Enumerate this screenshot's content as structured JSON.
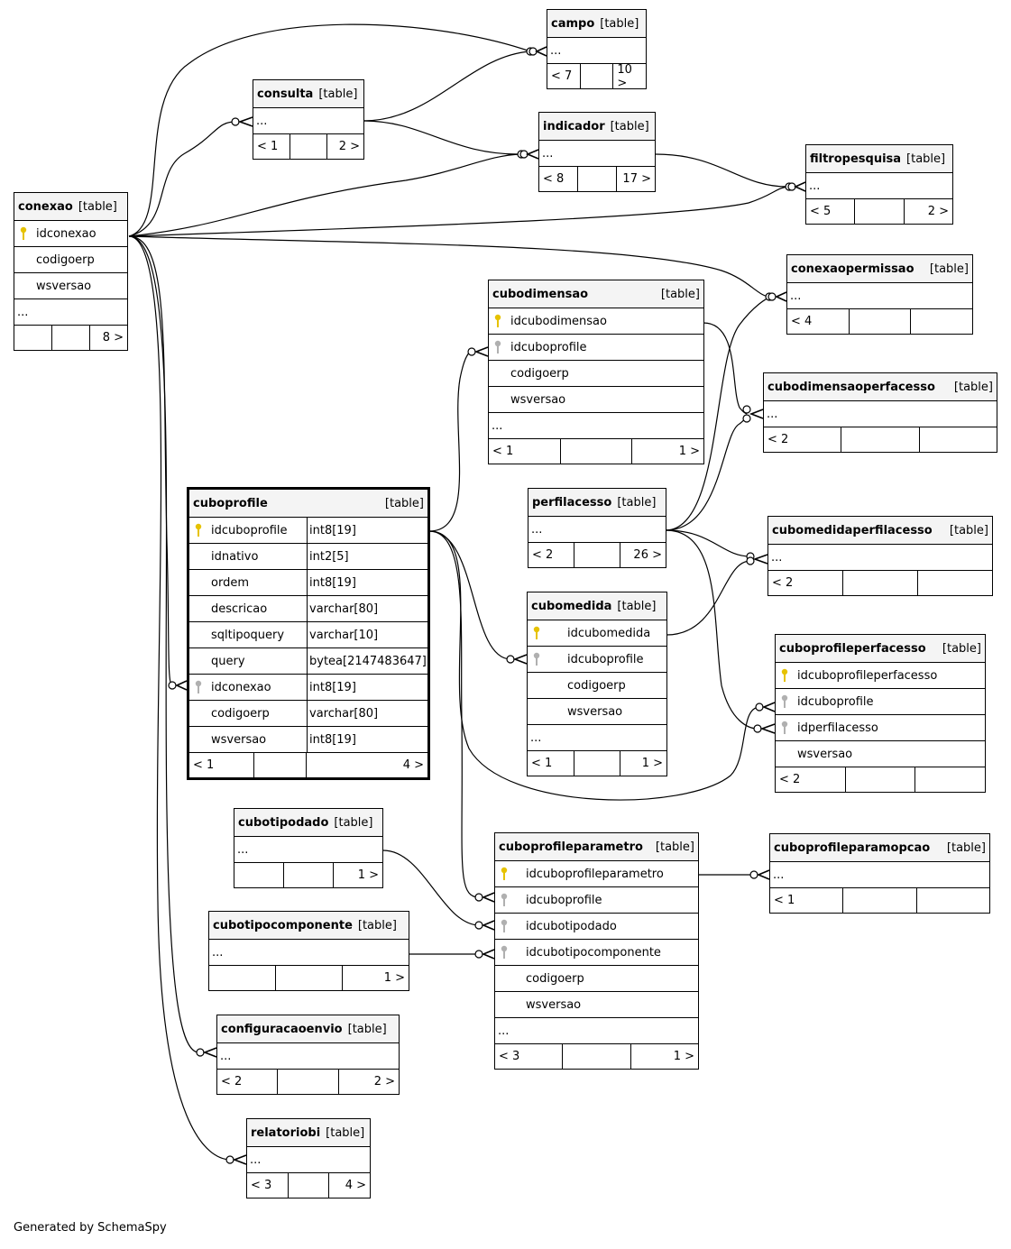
{
  "credit": "Generated by SchemaSpy",
  "colors": {
    "pk_key": "#e6c200",
    "fk_key": "#b0b0b0",
    "line": "#000000",
    "header_bg": "#f4f4f4"
  },
  "tables": {
    "campo": {
      "name": "campo",
      "type": "[table]",
      "more": "...",
      "foot": [
        "< 7",
        "",
        "10 >"
      ]
    },
    "consulta": {
      "name": "consulta",
      "type": "[table]",
      "more": "...",
      "foot": [
        "< 1",
        "",
        "2 >"
      ]
    },
    "indicador": {
      "name": "indicador",
      "type": "[table]",
      "more": "...",
      "foot": [
        "< 8",
        "",
        "17 >"
      ]
    },
    "filtropesquisa": {
      "name": "filtropesquisa",
      "type": "[table]",
      "more": "...",
      "foot": [
        "< 5",
        "",
        "2 >"
      ]
    },
    "conexao": {
      "name": "conexao",
      "type": "[table]",
      "columns": [
        {
          "name": "idconexao",
          "key": "pk"
        },
        {
          "name": "codigoerp"
        },
        {
          "name": "wsversao"
        }
      ],
      "more": "...",
      "foot": [
        "",
        "",
        "8 >"
      ]
    },
    "conexaopermissao": {
      "name": "conexaopermissao",
      "type": "[table]",
      "more": "...",
      "foot": [
        "< 4",
        "",
        ""
      ]
    },
    "cubodimensao": {
      "name": "cubodimensao",
      "type": "[table]",
      "columns": [
        {
          "name": "idcubodimensao",
          "key": "pk"
        },
        {
          "name": "idcuboprofile",
          "key": "fk"
        },
        {
          "name": "codigoerp"
        },
        {
          "name": "wsversao"
        }
      ],
      "more": "...",
      "foot": [
        "< 1",
        "",
        "1 >"
      ]
    },
    "cubodimensaoperfacesso": {
      "name": "cubodimensaoperfacesso",
      "type": "[table]",
      "more": "...",
      "foot": [
        "< 2",
        "",
        ""
      ]
    },
    "cuboprofile": {
      "name": "cuboprofile",
      "type": "[table]",
      "columns": [
        {
          "name": "idcuboprofile",
          "ctype": "int8[19]",
          "key": "pk"
        },
        {
          "name": "idnativo",
          "ctype": "int2[5]"
        },
        {
          "name": "ordem",
          "ctype": "int8[19]"
        },
        {
          "name": "descricao",
          "ctype": "varchar[80]"
        },
        {
          "name": "sqltipoquery",
          "ctype": "varchar[10]"
        },
        {
          "name": "query",
          "ctype": "bytea[2147483647]"
        },
        {
          "name": "idconexao",
          "ctype": "int8[19]",
          "key": "fk"
        },
        {
          "name": "codigoerp",
          "ctype": "varchar[80]"
        },
        {
          "name": "wsversao",
          "ctype": "int8[19]"
        }
      ],
      "foot": [
        "< 1",
        "",
        "4 >"
      ]
    },
    "perfilacesso": {
      "name": "perfilacesso",
      "type": "[table]",
      "more": "...",
      "foot": [
        "< 2",
        "",
        "26 >"
      ]
    },
    "cubomedidaperfilacesso": {
      "name": "cubomedidaperfilacesso",
      "type": "[table]",
      "more": "...",
      "foot": [
        "< 2",
        "",
        ""
      ]
    },
    "cubomedida": {
      "name": "cubomedida",
      "type": "[table]",
      "columns": [
        {
          "name": "idcubomedida",
          "key": "pk"
        },
        {
          "name": "idcuboprofile",
          "key": "fk"
        },
        {
          "name": "codigoerp"
        },
        {
          "name": "wsversao"
        }
      ],
      "more": "...",
      "foot": [
        "< 1",
        "",
        "1 >"
      ]
    },
    "cuboprofileperfacesso": {
      "name": "cuboprofileperfacesso",
      "type": "[table]",
      "columns": [
        {
          "name": "idcuboprofileperfacesso",
          "key": "pk"
        },
        {
          "name": "idcuboprofile",
          "key": "fk"
        },
        {
          "name": "idperfilacesso",
          "key": "fk"
        },
        {
          "name": "wsversao"
        }
      ],
      "foot": [
        "< 2",
        "",
        ""
      ]
    },
    "cubotipodado": {
      "name": "cubotipodado",
      "type": "[table]",
      "more": "...",
      "foot": [
        "",
        "",
        "1 >"
      ]
    },
    "cuboprofileparametro": {
      "name": "cuboprofileparametro",
      "type": "[table]",
      "columns": [
        {
          "name": "idcuboprofileparametro",
          "key": "pk"
        },
        {
          "name": "idcuboprofile",
          "key": "fk"
        },
        {
          "name": "idcubotipodado",
          "key": "fk"
        },
        {
          "name": "idcubotipocomponente",
          "key": "fk"
        },
        {
          "name": "codigoerp"
        },
        {
          "name": "wsversao"
        }
      ],
      "more": "...",
      "foot": [
        "< 3",
        "",
        "1 >"
      ]
    },
    "cuboprofileparamopcao": {
      "name": "cuboprofileparamopcao",
      "type": "[table]",
      "more": "...",
      "foot": [
        "< 1",
        "",
        ""
      ]
    },
    "cubotipocomponente": {
      "name": "cubotipocomponente",
      "type": "[table]",
      "more": "...",
      "foot": [
        "",
        "",
        "1 >"
      ]
    },
    "configuracaoenvio": {
      "name": "configuracaoenvio",
      "type": "[table]",
      "more": "...",
      "foot": [
        "< 2",
        "",
        "2 >"
      ]
    },
    "relatoriobi": {
      "name": "relatoriobi",
      "type": "[table]",
      "more": "...",
      "foot": [
        "< 3",
        "",
        "4 >"
      ]
    }
  }
}
